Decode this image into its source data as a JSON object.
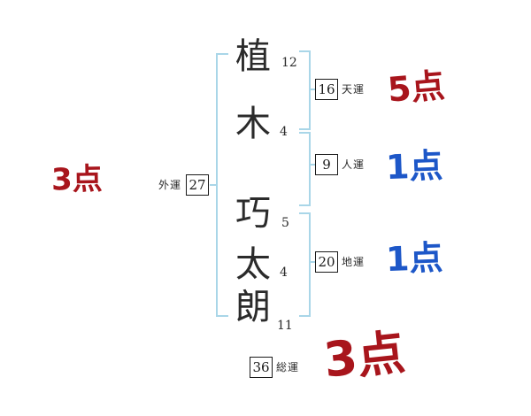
{
  "name_chars": [
    {
      "char": "植",
      "strokes": "12"
    },
    {
      "char": "木",
      "strokes": "4"
    },
    {
      "char": "巧",
      "strokes": "5"
    },
    {
      "char": "太",
      "strokes": "4"
    },
    {
      "char": "朗",
      "strokes": "11"
    }
  ],
  "fortunes": {
    "gaiun": {
      "label": "外運",
      "value": "27",
      "score": "3点"
    },
    "tenun": {
      "label": "天運",
      "value": "16",
      "score": "5点"
    },
    "jinun": {
      "label": "人運",
      "value": "9",
      "score": "1点"
    },
    "chiun": {
      "label": "地運",
      "value": "20",
      "score": "1点"
    },
    "soun": {
      "label": "総運",
      "value": "36",
      "score": "3点"
    }
  },
  "colors": {
    "score_red": "#a8151c",
    "score_blue": "#1d57c8",
    "bracket_blue": "#a9d6e8",
    "text": "#2b2b2b",
    "background": "#ffffff"
  }
}
